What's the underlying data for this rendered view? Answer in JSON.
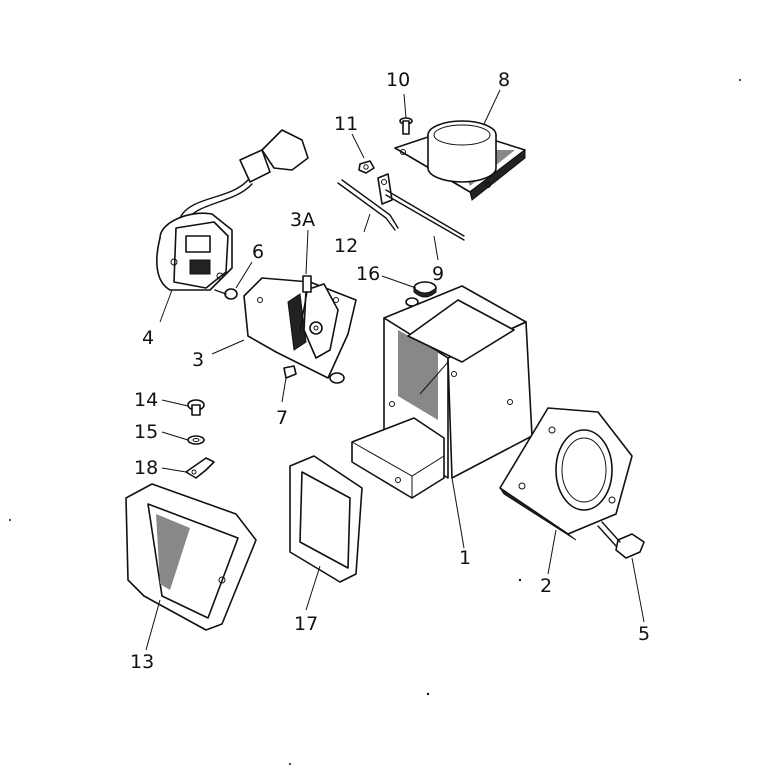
{
  "labels": {
    "p1": "1",
    "p2": "2",
    "p3": "3",
    "p3a": "3A",
    "p4": "4",
    "p5": "5",
    "p6": "6",
    "p7": "7",
    "p8": "8",
    "p9": "9",
    "p10": "10",
    "p11": "11",
    "p12": "12",
    "p13": "13",
    "p14": "14",
    "p15": "15",
    "p16": "16",
    "p17": "17",
    "p18": "18"
  }
}
